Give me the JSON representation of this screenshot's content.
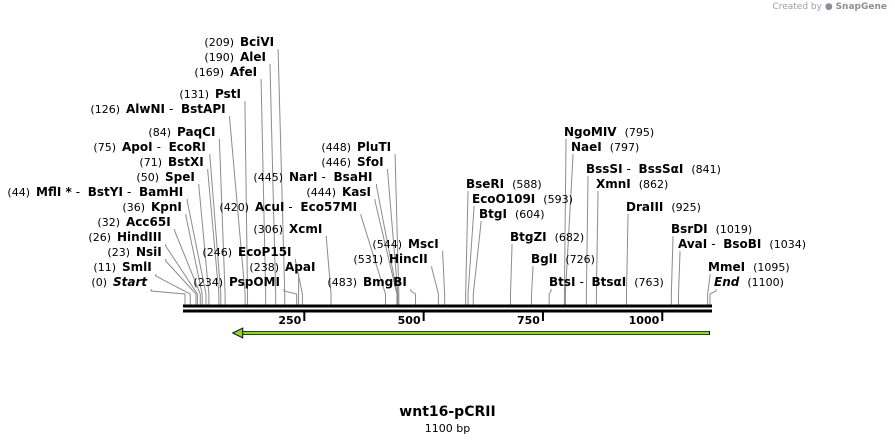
{
  "credit": {
    "prefix": "Created by",
    "brand": "SnapGene"
  },
  "title": "wnt16-pCRII",
  "subtitle": "1100 bp",
  "sequence_length": 1100,
  "ticks": [
    {
      "pos": 250,
      "label": "250"
    },
    {
      "pos": 500,
      "label": "500"
    },
    {
      "pos": 750,
      "label": "750"
    },
    {
      "pos": 1000,
      "label": "1000"
    }
  ],
  "feature": {
    "start": 100,
    "end": 1100,
    "direction": "reverse",
    "color": "#8ed62a"
  },
  "site_groups": [
    {
      "pos": 0,
      "pos_label": "(0)",
      "parts": [
        {
          "name": "Start",
          "italic": true
        }
      ]
    },
    {
      "pos": 11,
      "pos_label": "(11)",
      "parts": [
        {
          "name": "SmlI"
        }
      ]
    },
    {
      "pos": 23,
      "pos_label": "(23)",
      "parts": [
        {
          "name": "NsiI"
        }
      ]
    },
    {
      "pos": 26,
      "pos_label": "(26)",
      "parts": [
        {
          "name": "HindIII"
        }
      ]
    },
    {
      "pos": 32,
      "pos_label": "(32)",
      "parts": [
        {
          "name": "Acc65I"
        }
      ]
    },
    {
      "pos": 36,
      "pos_label": "(36)",
      "parts": [
        {
          "name": "KpnI"
        }
      ]
    },
    {
      "pos": 44,
      "pos_label": "(44)",
      "parts": [
        {
          "name": "MflI *"
        },
        {
          "name": "BstYI"
        },
        {
          "name": "BamHI"
        }
      ]
    },
    {
      "pos": 50,
      "pos_label": "(50)",
      "parts": [
        {
          "name": "SpeI"
        }
      ]
    },
    {
      "pos": 71,
      "pos_label": "(71)",
      "parts": [
        {
          "name": "BstXI"
        }
      ]
    },
    {
      "pos": 75,
      "pos_label": "(75)",
      "parts": [
        {
          "name": "ApoI"
        },
        {
          "name": "EcoRI"
        }
      ]
    },
    {
      "pos": 84,
      "pos_label": "(84)",
      "parts": [
        {
          "name": "PaqCI"
        }
      ]
    },
    {
      "pos": 126,
      "pos_label": "(126)",
      "parts": [
        {
          "name": "AlwNI"
        },
        {
          "name": "BstAPI"
        }
      ]
    },
    {
      "pos": 131,
      "pos_label": "(131)",
      "parts": [
        {
          "name": "PstI"
        }
      ]
    },
    {
      "pos": 169,
      "pos_label": "(169)",
      "parts": [
        {
          "name": "AfeI"
        }
      ]
    },
    {
      "pos": 190,
      "pos_label": "(190)",
      "parts": [
        {
          "name": "AleI"
        }
      ]
    },
    {
      "pos": 209,
      "pos_label": "(209)",
      "parts": [
        {
          "name": "BciVI"
        }
      ]
    },
    {
      "pos": 234,
      "pos_label": "(234)",
      "parts": [
        {
          "name": "PspOMI"
        }
      ]
    },
    {
      "pos": 238,
      "pos_label": "(238)",
      "parts": [
        {
          "name": "ApaI"
        }
      ]
    },
    {
      "pos": 246,
      "pos_label": "(246)",
      "parts": [
        {
          "name": "EcoP15I"
        }
      ]
    },
    {
      "pos": 306,
      "pos_label": "(306)",
      "parts": [
        {
          "name": "XcmI"
        }
      ]
    },
    {
      "pos": 420,
      "pos_label": "(420)",
      "parts": [
        {
          "name": "AcuI"
        },
        {
          "name": "Eco57MI"
        }
      ]
    },
    {
      "pos": 445,
      "pos_label": "(445)",
      "parts": [
        {
          "name": "NarI"
        },
        {
          "name": "BsaHI"
        }
      ]
    },
    {
      "pos": 444,
      "pos_label": "(444)",
      "parts": [
        {
          "name": "KasI"
        }
      ]
    },
    {
      "pos": 446,
      "pos_label": "(446)",
      "parts": [
        {
          "name": "SfoI"
        }
      ]
    },
    {
      "pos": 448,
      "pos_label": "(448)",
      "parts": [
        {
          "name": "PluTI"
        }
      ]
    },
    {
      "pos": 483,
      "pos_label": "(483)",
      "parts": [
        {
          "name": "BmgBI"
        }
      ]
    },
    {
      "pos": 531,
      "pos_label": "(531)",
      "parts": [
        {
          "name": "HincII"
        }
      ]
    },
    {
      "pos": 544,
      "pos_label": "(544)",
      "parts": [
        {
          "name": "MscI"
        }
      ]
    },
    {
      "pos": 588,
      "pos_label": "(588)",
      "parts": [
        {
          "name": "BseRI"
        }
      ]
    },
    {
      "pos": 593,
      "pos_label": "(593)",
      "parts": [
        {
          "name": "EcoO109I"
        }
      ]
    },
    {
      "pos": 604,
      "pos_label": "(604)",
      "parts": [
        {
          "name": "BtgI"
        }
      ]
    },
    {
      "pos": 682,
      "pos_label": "(682)",
      "parts": [
        {
          "name": "BtgZI"
        }
      ]
    },
    {
      "pos": 726,
      "pos_label": "(726)",
      "parts": [
        {
          "name": "BglI"
        }
      ]
    },
    {
      "pos": 763,
      "pos_label": "(763)",
      "parts": [
        {
          "name": "BtsI"
        },
        {
          "name": "BtsαI"
        }
      ]
    },
    {
      "pos": 795,
      "pos_label": "(795)",
      "parts": [
        {
          "name": "NgoMIV"
        }
      ]
    },
    {
      "pos": 797,
      "pos_label": "(797)",
      "parts": [
        {
          "name": "NaeI"
        }
      ]
    },
    {
      "pos": 841,
      "pos_label": "(841)",
      "parts": [
        {
          "name": "BssSI"
        },
        {
          "name": "BssSαI"
        }
      ]
    },
    {
      "pos": 862,
      "pos_label": "(862)",
      "parts": [
        {
          "name": "XmnI"
        }
      ]
    },
    {
      "pos": 925,
      "pos_label": "(925)",
      "parts": [
        {
          "name": "DraIII"
        }
      ]
    },
    {
      "pos": 1019,
      "pos_label": "(1019)",
      "parts": [
        {
          "name": "BsrDI"
        }
      ]
    },
    {
      "pos": 1034,
      "pos_label": "(1034)",
      "parts": [
        {
          "name": "AvaI"
        },
        {
          "name": "BsoBI"
        }
      ]
    },
    {
      "pos": 1095,
      "pos_label": "(1095)",
      "parts": [
        {
          "name": "MmeI"
        }
      ]
    },
    {
      "pos": 1100,
      "pos_label": "(1100)",
      "parts": [
        {
          "name": "End",
          "italic": true
        }
      ]
    }
  ]
}
